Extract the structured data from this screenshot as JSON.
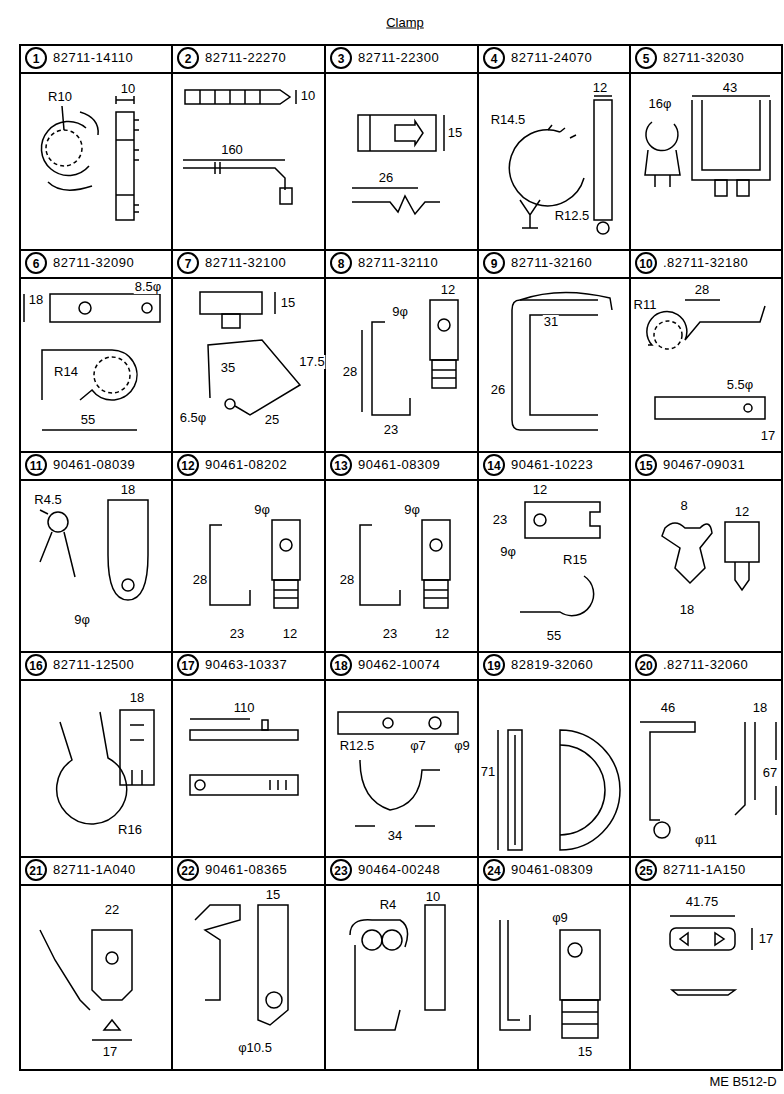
{
  "diagram": {
    "title": "Clamp",
    "nodes": [
      {
        "text": [
          "82711-14110"
        ]
      },
      {
        "text": [
          "1"
        ],
        "in": 0
      },
      {
        "text": [
          "82711-22270"
        ]
      },
      {
        "text": [
          "2"
        ],
        "in": 2
      },
      {
        "text": [
          "82711-22300"
        ]
      },
      {
        "text": [
          "3"
        ],
        "in": 4
      },
      {
        "text": [
          "82711-24070"
        ]
      },
      {
        "text": [
          "4"
        ],
        "in": 6
      },
      {
        "text": [
          "82711-32030"
        ]
      },
      {
        "text": [
          "5"
        ],
        "in": 8
      },
      {
        "text": [
          "82711-32090"
        ]
      },
      {
        "text": [
          "6"
        ],
        "in": 10
      },
      {
        "text": [
          "82711-32100"
        ]
      },
      {
        "text": [
          "7"
        ],
        "in": 12
      },
      {
        "text": [
          "82711-32110"
        ]
      },
      {
        "text": [
          "8"
        ],
        "in": 14
      },
      {
        "text": [
          "82711-32160"
        ]
      },
      {
        "text": [
          "9"
        ],
        "in": 16
      },
      {
        "text": [
          ".82711-32180"
        ]
      },
      {
        "text": [
          "10"
        ],
        "in": 18
      },
      {
        "text": [
          "90461-08039"
        ]
      },
      {
        "text": [
          "11"
        ],
        "in": 20
      },
      {
        "text": [
          "90461-08202"
        ]
      },
      {
        "text": [
          "12"
        ],
        "in": 22
      },
      {
        "text": [
          "90461-08309"
        ]
      },
      {
        "text": [
          "13"
        ],
        "in": 24
      },
      {
        "text": [
          "90461-10223"
        ]
      },
      {
        "text": [
          "14"
        ],
        "in": 26
      },
      {
        "text": [
          "90467-09031"
        ]
      },
      {
        "text": [
          "15"
        ],
        "in": 28
      },
      {
        "text": [
          "82711-12500"
        ]
      },
      {
        "text": [
          "16"
        ],
        "in": 30
      },
      {
        "text": [
          "90463-10337"
        ]
      },
      {
        "text": [
          "17"
        ],
        "in": 32
      },
      {
        "text": [
          "90462-10074"
        ]
      },
      {
        "text": [
          "18"
        ],
        "in": 34
      },
      {
        "text": [
          "82819-32060"
        ]
      },
      {
        "text": [
          "19"
        ],
        "in": 36
      },
      {
        "text": [
          ".82711-32060"
        ]
      },
      {
        "text": [
          "20"
        ],
        "in": 38
      },
      {
        "text": [
          "82711-1A040"
        ]
      },
      {
        "text": [
          "21"
        ],
        "in": 40
      },
      {
        "text": [
          "90461-08365"
        ]
      },
      {
        "text": [
          "22"
        ],
        "in": 42
      },
      {
        "text": [
          "90464-00248"
        ]
      },
      {
        "text": [
          "23"
        ],
        "in": 44
      },
      {
        "text": [
          "90461-08309"
        ]
      },
      {
        "text": [
          "24"
        ],
        "in": 46
      },
      {
        "text": [
          "82711-1A150"
        ]
      },
      {
        "text": [
          "25"
        ],
        "in": 48
      }
    ],
    "labels": [
      "R10",
      "10",
      "10",
      "160",
      "15",
      "26",
      "12",
      "R14.5",
      "R12.5",
      "16φ",
      "43",
      "18",
      "8.5φ",
      "R14",
      "55",
      "15",
      "35",
      "17.5",
      "6.5φ",
      "25",
      "9φ",
      "12",
      "28",
      "23",
      "31",
      "26",
      "28",
      "R11",
      "5.5φ",
      "17",
      "R4.5",
      "18",
      "9φ",
      "9φ",
      "28",
      "23",
      "12",
      "9φ",
      "28",
      "23",
      "12",
      "12",
      "23",
      "9φ",
      "R15",
      "55",
      "8",
      "12",
      "18",
      "18",
      "R16",
      "110",
      "R12.5",
      "φ7",
      "φ9",
      "34",
      "71",
      "46",
      "18",
      "67",
      "φ11",
      "22",
      "17",
      "15",
      "φ10.5",
      "R4",
      "10",
      "φ9",
      "15",
      "41.75",
      "17",
      "ME B512-D"
    ]
  }
}
